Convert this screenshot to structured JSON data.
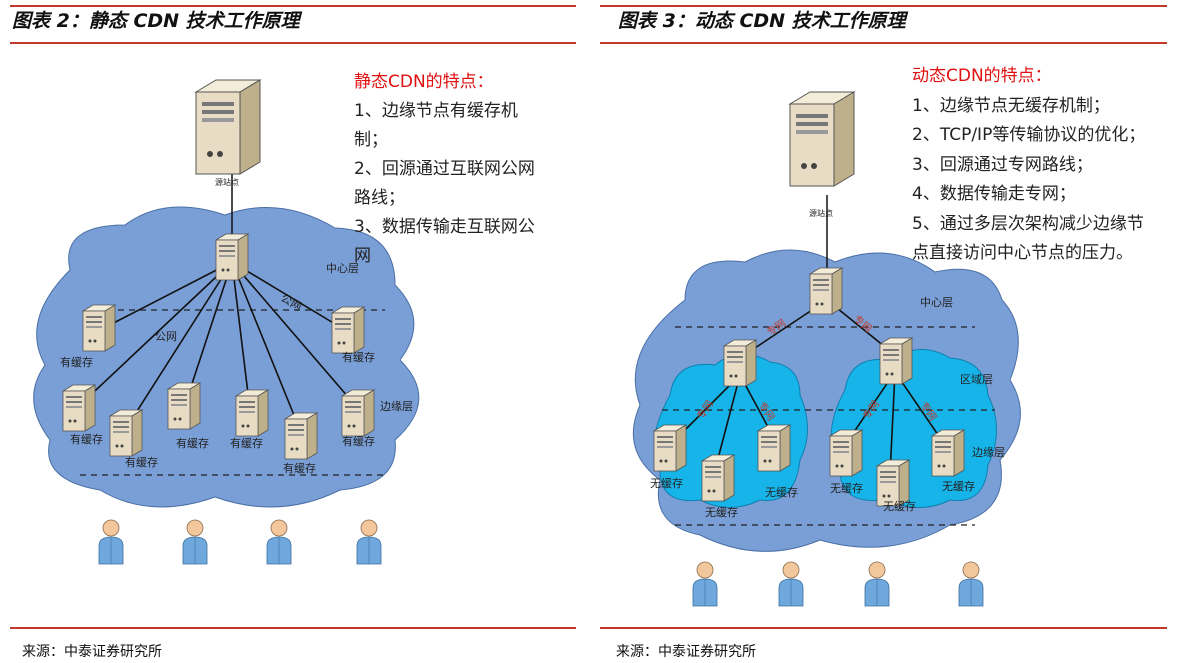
{
  "left": {
    "title": "图表 2：静态 CDN 技术工作原理",
    "source": "来源：中泰证券研究所",
    "notes": {
      "heading": "静态CDN的特点：",
      "items": [
        "1、边缘节点有缓存机\n制；",
        "2、回源通过互联网公网\n路线；",
        "3、数据传输走互联网公\n网"
      ]
    },
    "labels": {
      "origin": "源站点",
      "center_layer": "中心层",
      "edge_layer": "边缘层",
      "public_net_1": "公网",
      "public_net_2": "公网",
      "cache_nodes": [
        "有缓存",
        "有缓存",
        "有缓存",
        "有缓存",
        "有缓存",
        "有缓存",
        "有缓存",
        "有缓存"
      ]
    }
  },
  "right": {
    "title": "图表 3：动态 CDN 技术工作原理",
    "source": "来源：中泰证券研究所",
    "notes": {
      "heading": "动态CDN的特点：",
      "items": [
        "1、边缘节点无缓存机制；",
        "2、TCP/IP等传输协议的优化；",
        "3、回源通过专网路线；",
        "4、数据传输走专网；",
        "5、通过多层次架构减少边缘节\n点直接访问中心节点的压力。"
      ]
    },
    "labels": {
      "origin": "源站点",
      "center_layer": "中心层",
      "region_layer": "区域层",
      "edge_layer": "边缘层",
      "private_net": [
        "专网",
        "专网",
        "专网",
        "专网",
        "专网",
        "专网"
      ],
      "nocache_nodes": [
        "无缓存",
        "无缓存",
        "无缓存",
        "无缓存",
        "无缓存",
        "无缓存"
      ]
    }
  },
  "colors": {
    "rule": "#c0392b",
    "cloud": "#7a9fd6",
    "region_cloud": "#16b4e8",
    "heading": "#e01010",
    "server_body": "#e8ddc4",
    "user": "#6fa8dc"
  }
}
